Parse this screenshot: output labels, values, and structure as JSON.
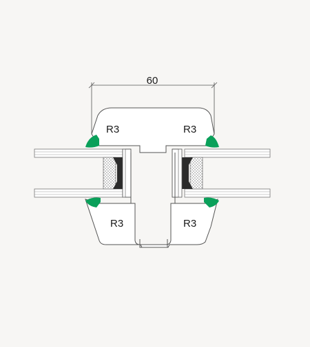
{
  "drawing": {
    "dimension": {
      "value": "60"
    },
    "radius_labels": {
      "top_left": "R3",
      "top_right": "R3",
      "bottom_left": "R3",
      "bottom_right": "R3"
    },
    "colors": {
      "background": "#f7f6f4",
      "profile_fill": "#ffffff",
      "outline": "#555555",
      "gasket": "#0aa05a",
      "glazing_wedge": "#2b2b2b",
      "spacer_hatch": "#9a9a9a",
      "glass_lines": "#777777"
    }
  }
}
